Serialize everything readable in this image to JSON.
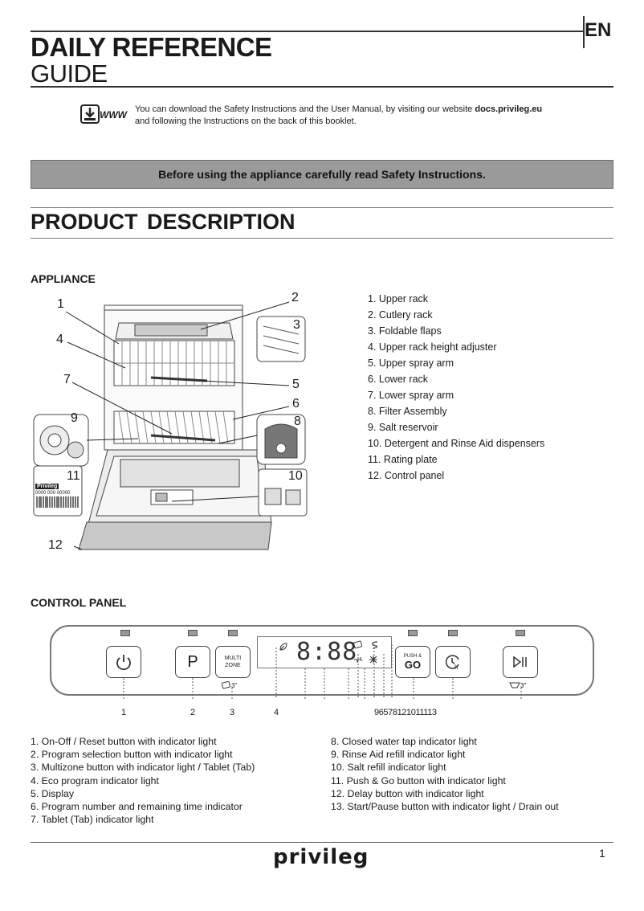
{
  "header": {
    "lang": "EN",
    "title_line1": "DAILY REFERENCE",
    "title_line2": "GUIDE"
  },
  "download": {
    "icon": "download-www-icon",
    "icon_text": "WWW",
    "text_before": "You can download the Safety Instructions and the User Manual, by visiting our website ",
    "website": "docs.privileg.eu",
    "text_line2": "and following the Instructions on the back of this booklet."
  },
  "notice": "Before using the appliance carefully read Safety Instructions.",
  "product_description": {
    "heading": "PRODUCT  DESCRIPTION",
    "appliance_heading": "APPLIANCE",
    "appliance_items": [
      "1.  Upper rack",
      "2.  Cutlery rack",
      "3.  Foldable flaps",
      "4.  Upper rack height adjuster",
      "5.  Upper spray arm",
      "6.  Lower rack",
      "7.  Lower spray arm",
      "8.  Filter Assembly",
      "9.  Salt reservoir",
      "10.  Detergent and Rinse Aid dispensers",
      "11.  Rating plate",
      "12.  Control panel"
    ],
    "diagram_numbers": [
      "1",
      "2",
      "3",
      "4",
      "5",
      "6",
      "7",
      "8",
      "9",
      "10",
      "11",
      "12"
    ],
    "rating_plate_brand": "Privileg",
    "rating_plate_code": "0000 000 00000"
  },
  "control_panel": {
    "heading": "CONTROL PANEL",
    "display_digits": "8:88",
    "multizone_label_1": "MULTI",
    "multizone_label_2": "ZONE",
    "program_letter": "P",
    "pushgo_label_1": "PUSH &",
    "pushgo_label_2": "GO",
    "tab_sub_label": "3\"",
    "drain_sub_label": "3\"",
    "callout_numbers_left": [
      "1",
      "2",
      "3",
      "4"
    ],
    "callout_numbers_right": "96578121011113",
    "items_left": [
      "1.  On-Off / Reset button with indicator light",
      "2.  Program selection button with indicator light",
      "3.  Multizone button with indicator light / Tablet (Tab)",
      "4.  Eco program indicator light",
      "5.  Display",
      "6.  Program number and remaining time indicator",
      "7.  Tablet (Tab) indicator light"
    ],
    "items_right": [
      "8.  Closed water tap indicator light",
      "9.  Rinse Aid refill indicator light",
      "10.  Salt refill indicator light",
      "11.  Push & Go button with indicator light",
      "12.  Delay button with indicator light",
      "13.  Start/Pause button with indicator light / Drain out"
    ]
  },
  "footer": {
    "brand": "privileg",
    "page": "1"
  }
}
